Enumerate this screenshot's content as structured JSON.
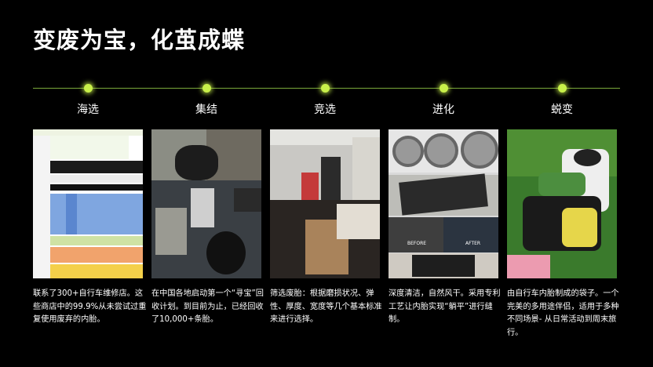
{
  "title": "变废为宝，化茧成蝶",
  "accent_color": "#c8f04a",
  "stages": [
    {
      "label": "海选",
      "desc": "联系了300+自行车维修店。这些商店中的99.9%从未尝试过重复使用废弃的内胎。"
    },
    {
      "label": "集结",
      "desc": "在中国各地启动第一个“寻宝”回收计划。到目前为止，已经回收了10,000+条胎。"
    },
    {
      "label": "竞选",
      "desc": "筛选废胎：根据磨损状况、弹性、厚度、宽度等几个基本标准来进行选择。"
    },
    {
      "label": "进化",
      "desc": "深度清洁，自然风干。采用专利工艺让内胎实现“躺平”进行缝制。"
    },
    {
      "label": "蜕变",
      "desc": "由自行车内胎制成的袋子。一个完美的多用途伴侣，适用于多种不同场景- 从日常活动到周末旅行。"
    }
  ],
  "panel4_labels": {
    "before": "BEFORE",
    "after": "AFTER"
  }
}
